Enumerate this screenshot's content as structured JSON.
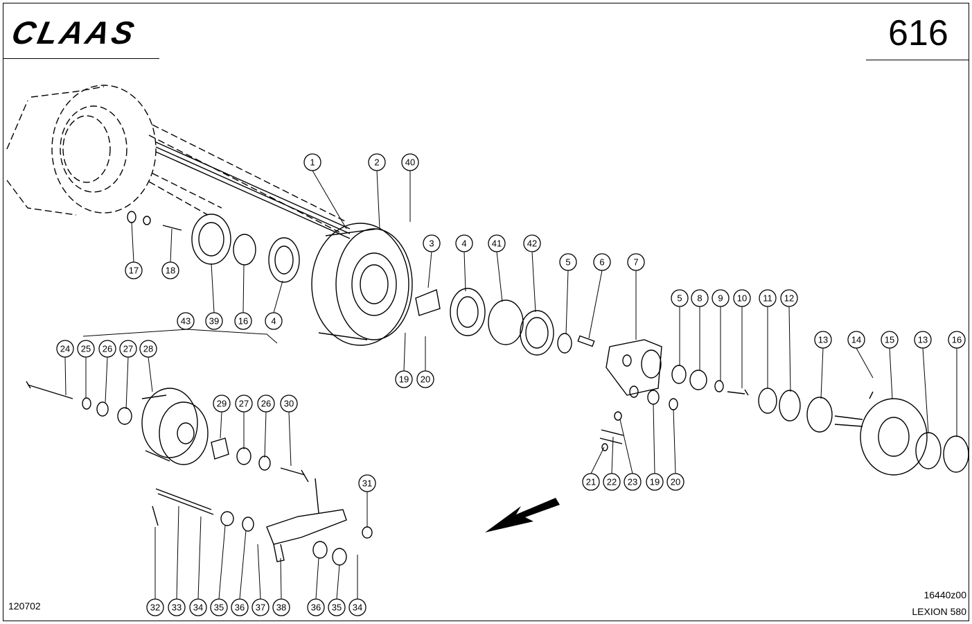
{
  "header": {
    "brand": "CLAAS",
    "page_number": "616"
  },
  "footer": {
    "drawing_date": "120702",
    "drawing_id": "16440z00",
    "model": "LEXION 580"
  },
  "callouts": [
    "1",
    "2",
    "40",
    "3",
    "4",
    "41",
    "42",
    "5",
    "6",
    "7",
    "5",
    "8",
    "9",
    "10",
    "11",
    "12",
    "13",
    "14",
    "15",
    "13",
    "16",
    "17",
    "18",
    "39",
    "16",
    "4",
    "19",
    "20",
    "43",
    "24",
    "25",
    "26",
    "27",
    "28",
    "29",
    "27",
    "26",
    "30",
    "31",
    "21",
    "22",
    "23",
    "19",
    "20",
    "32",
    "33",
    "34",
    "35",
    "36",
    "37",
    "38",
    "36",
    "35",
    "34"
  ],
  "colors": {
    "ink": "#000000",
    "paper": "#ffffff"
  }
}
